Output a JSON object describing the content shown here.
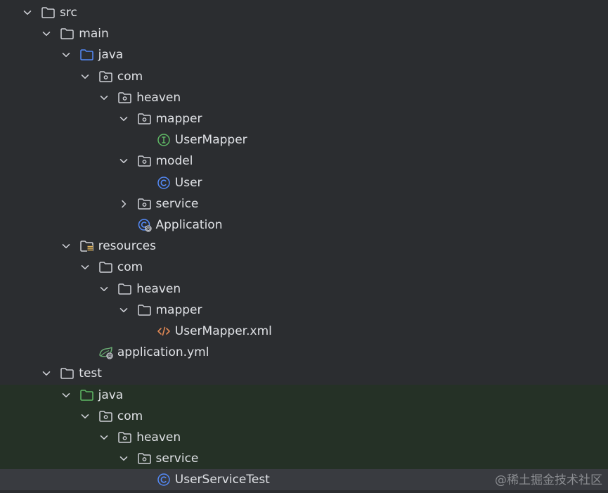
{
  "tree": [
    {
      "label": "src",
      "depth": 0,
      "expand": "expanded",
      "icon": "folder-icon",
      "scope": "normal"
    },
    {
      "label": "main",
      "depth": 1,
      "expand": "expanded",
      "icon": "folder-icon",
      "scope": "normal"
    },
    {
      "label": "java",
      "depth": 2,
      "expand": "expanded",
      "icon": "source-root-folder-icon",
      "scope": "normal"
    },
    {
      "label": "com",
      "depth": 3,
      "expand": "expanded",
      "icon": "package-icon",
      "scope": "normal"
    },
    {
      "label": "heaven",
      "depth": 4,
      "expand": "expanded",
      "icon": "package-icon",
      "scope": "normal"
    },
    {
      "label": "mapper",
      "depth": 5,
      "expand": "expanded",
      "icon": "package-icon",
      "scope": "normal"
    },
    {
      "label": "UserMapper",
      "depth": 6,
      "expand": "none",
      "icon": "interface-icon",
      "scope": "normal"
    },
    {
      "label": "model",
      "depth": 5,
      "expand": "expanded",
      "icon": "package-icon",
      "scope": "normal"
    },
    {
      "label": "User",
      "depth": 6,
      "expand": "none",
      "icon": "class-icon",
      "scope": "normal"
    },
    {
      "label": "service",
      "depth": 5,
      "expand": "collapsed",
      "icon": "package-icon",
      "scope": "normal"
    },
    {
      "label": "Application",
      "depth": 5,
      "expand": "none",
      "icon": "spring-boot-class-icon",
      "scope": "normal"
    },
    {
      "label": "resources",
      "depth": 2,
      "expand": "expanded",
      "icon": "resources-folder-icon",
      "scope": "normal"
    },
    {
      "label": "com",
      "depth": 3,
      "expand": "expanded",
      "icon": "folder-icon",
      "scope": "normal"
    },
    {
      "label": "heaven",
      "depth": 4,
      "expand": "expanded",
      "icon": "folder-icon",
      "scope": "normal"
    },
    {
      "label": "mapper",
      "depth": 5,
      "expand": "expanded",
      "icon": "folder-icon",
      "scope": "normal"
    },
    {
      "label": "UserMapper.xml",
      "depth": 6,
      "expand": "none",
      "icon": "xml-file-icon",
      "scope": "normal"
    },
    {
      "label": "application.yml",
      "depth": 3,
      "expand": "none",
      "icon": "spring-config-icon",
      "scope": "normal"
    },
    {
      "label": "test",
      "depth": 1,
      "expand": "expanded",
      "icon": "folder-icon",
      "scope": "normal"
    },
    {
      "label": "java",
      "depth": 2,
      "expand": "expanded",
      "icon": "test-root-folder-icon",
      "scope": "test"
    },
    {
      "label": "com",
      "depth": 3,
      "expand": "expanded",
      "icon": "package-icon",
      "scope": "test"
    },
    {
      "label": "heaven",
      "depth": 4,
      "expand": "expanded",
      "icon": "package-icon",
      "scope": "test"
    },
    {
      "label": "service",
      "depth": 5,
      "expand": "expanded",
      "icon": "package-icon",
      "scope": "test"
    },
    {
      "label": "UserServiceTest",
      "depth": 6,
      "expand": "none",
      "icon": "class-icon",
      "scope": "selected"
    }
  ],
  "colors": {
    "background": "#2b2d30",
    "test_scope_background": "#253126",
    "selected_background": "#393b40",
    "text": "#dfe1e5",
    "folder_outline": "#ced0d6",
    "source_root": "#548af7",
    "test_root": "#5fb865",
    "class_icon": "#548af7",
    "interface_icon": "#5fb865",
    "xml_icon": "#e08855",
    "spring_icon": "#6aab73"
  },
  "watermark": "@稀土掘金技术社区"
}
